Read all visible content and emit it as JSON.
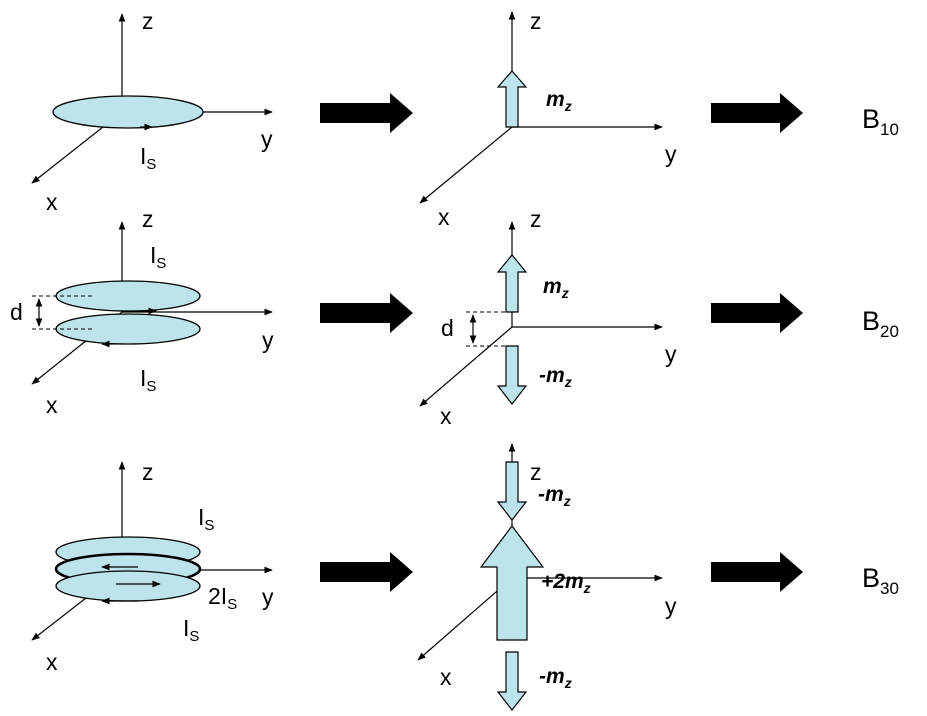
{
  "labels": {
    "z": "z",
    "y": "y",
    "x": "x",
    "d": "d",
    "I": "I",
    "S": "S",
    "twoI": "2I",
    "m": "m",
    "zsub": "z",
    "minus": "-",
    "plus2": "+2",
    "B": "B"
  },
  "results": {
    "row1": "10",
    "row2": "20",
    "row3": "30"
  },
  "colors": {
    "fill": "#bde4ea",
    "stroke": "#000000",
    "arrow": "#000000"
  }
}
